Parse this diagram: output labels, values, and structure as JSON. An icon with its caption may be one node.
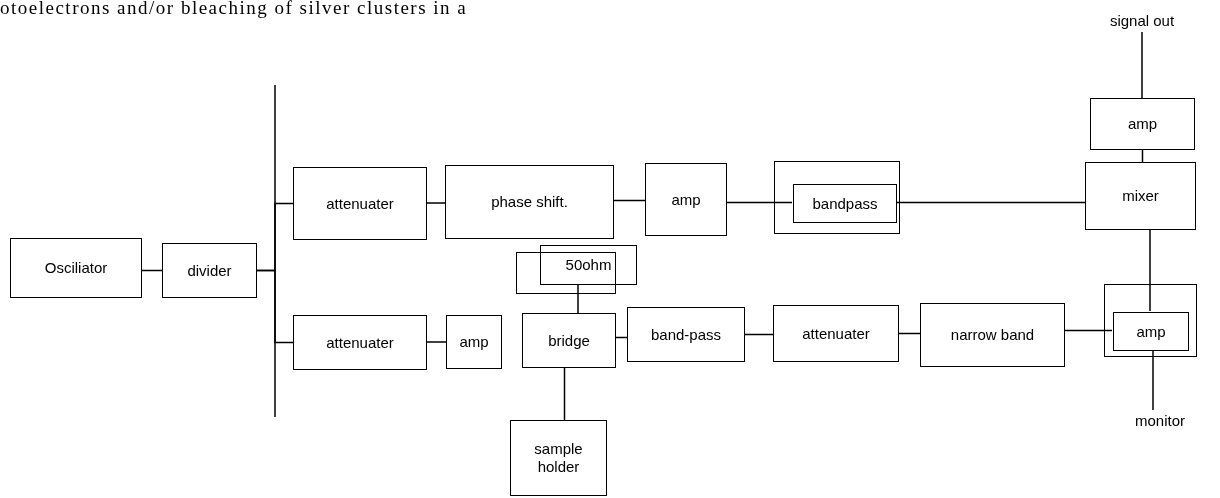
{
  "diagram": {
    "nodes": [
      {
        "text": [
          "Osciliator"
        ]
      },
      {
        "text": [
          "divider"
        ]
      },
      {
        "text": [
          "attenuater"
        ]
      },
      {
        "text": [
          "phase shift."
        ]
      },
      {
        "text": [
          "amp"
        ]
      },
      {
        "text": [],
        "shape": "box"
      },
      {
        "text": [
          "bandpass"
        ],
        "in": 5
      },
      {
        "text": [
          "mixer"
        ]
      },
      {
        "text": [
          "amp"
        ]
      },
      {
        "text": [
          "signal out"
        ]
      },
      {
        "text": [],
        "shape": "box"
      },
      {
        "text": [
          "50ohm"
        ]
      },
      {
        "text": [
          "attenuater"
        ]
      },
      {
        "text": [
          "amp"
        ]
      },
      {
        "text": [
          "bridge"
        ]
      },
      {
        "text": [
          "band-pass"
        ]
      },
      {
        "text": [
          "attenuater"
        ]
      },
      {
        "text": [
          "narrow band"
        ]
      },
      {
        "text": [],
        "shape": "box"
      },
      {
        "text": [
          "amp"
        ],
        "in": 18
      },
      {
        "text": [
          "sample holder"
        ]
      },
      {
        "text": [
          "monitor"
        ]
      }
    ],
    "edges": [
      {
        "from": 0,
        "to": 1,
        "arrow": "none"
      },
      {
        "from": 1,
        "to": 2,
        "arrow": "none"
      },
      {
        "from": 1,
        "to": 12,
        "arrow": "none"
      },
      {
        "from": 2,
        "to": 3,
        "arrow": "none"
      },
      {
        "from": 3,
        "to": 4,
        "arrow": "none"
      },
      {
        "from": 4,
        "to": 6,
        "arrow": "none"
      },
      {
        "from": 6,
        "to": 7,
        "arrow": "none"
      },
      {
        "from": 7,
        "to": 8,
        "arrow": "none"
      },
      {
        "from": 8,
        "to": 9,
        "arrow": "none"
      },
      {
        "from": 12,
        "to": 13,
        "arrow": "none"
      },
      {
        "from": 14,
        "to": 15,
        "arrow": "none"
      },
      {
        "from": 15,
        "to": 16,
        "arrow": "none"
      },
      {
        "from": 16,
        "to": 17,
        "arrow": "none"
      },
      {
        "from": 17,
        "to": 19,
        "arrow": "none"
      },
      {
        "from": 11,
        "to": 14,
        "arrow": "none"
      },
      {
        "from": 14,
        "to": 20,
        "arrow": "none"
      },
      {
        "from": 7,
        "to": 19,
        "arrow": "none"
      },
      {
        "from": 19,
        "to": 21,
        "arrow": "none"
      }
    ],
    "labels": [
      "otoelectrons and/or bleaching of silver clusters in a"
    ]
  }
}
